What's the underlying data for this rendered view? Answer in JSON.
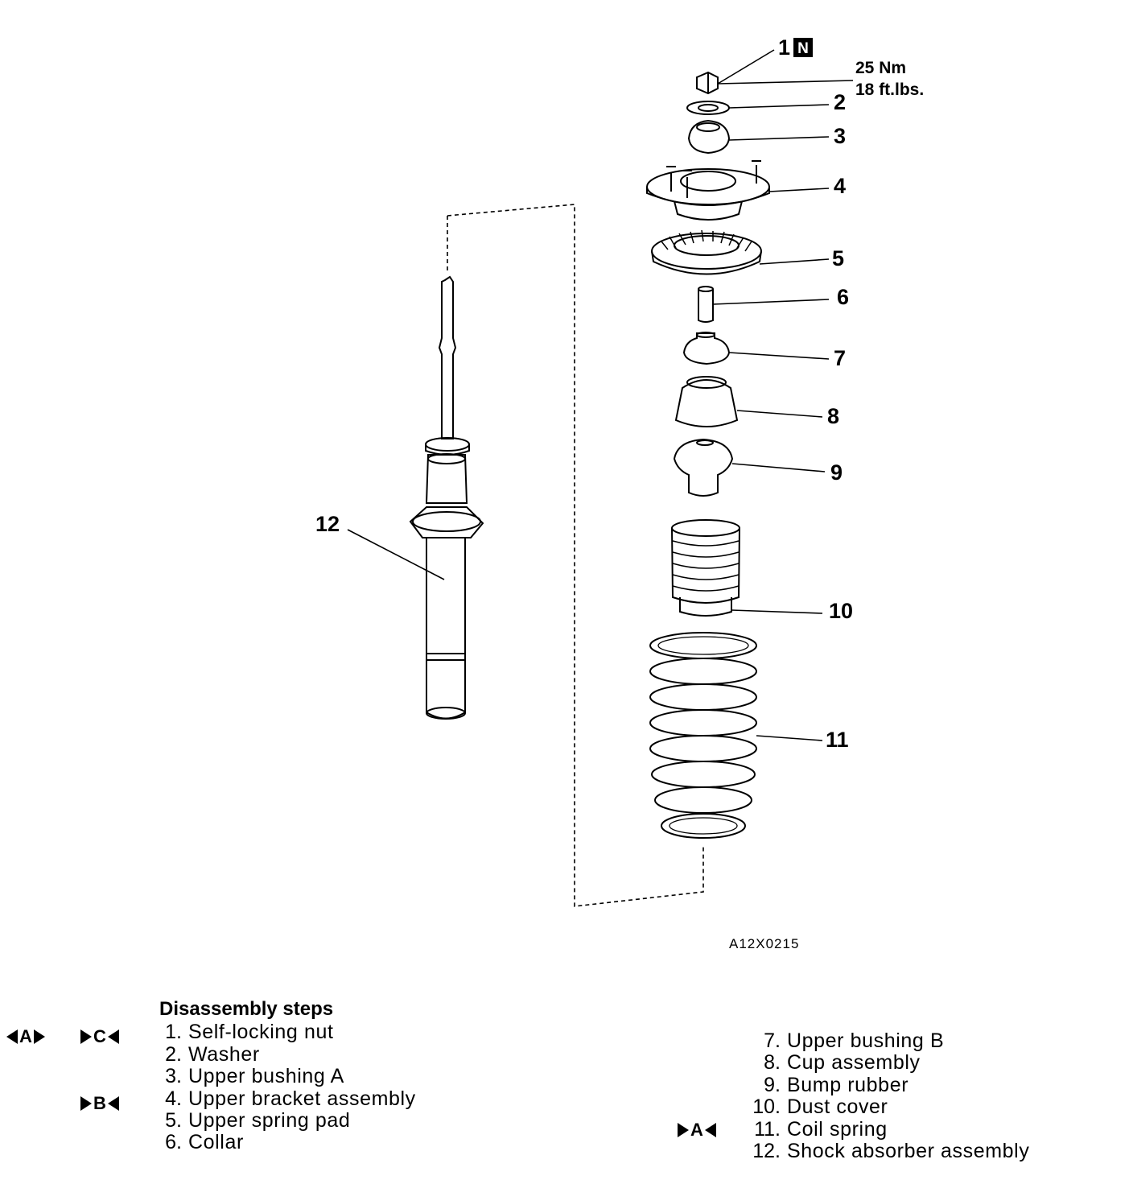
{
  "diagram": {
    "callouts": {
      "c1": "1",
      "c1_badge": "N",
      "c2": "2",
      "c3": "3",
      "c4": "4",
      "c5": "5",
      "c6": "6",
      "c7": "7",
      "c8": "8",
      "c9": "9",
      "c10": "10",
      "c11": "11",
      "c12": "12"
    },
    "torque": {
      "metric": "25 Nm",
      "imperial": "18 ft.lbs."
    },
    "figure_ref": "A12X0215"
  },
  "steps": {
    "title": "Disassembly steps",
    "items": [
      {
        "num": "1.",
        "text": "Self-locking nut"
      },
      {
        "num": "2.",
        "text": "Washer"
      },
      {
        "num": "3.",
        "text": "Upper bushing A"
      },
      {
        "num": "4.",
        "text": "Upper bracket assembly"
      },
      {
        "num": "5.",
        "text": "Upper spring pad"
      },
      {
        "num": "6.",
        "text": "Collar"
      },
      {
        "num": "7.",
        "text": "Upper bushing B"
      },
      {
        "num": "8.",
        "text": "Cup assembly"
      },
      {
        "num": "9.",
        "text": "Bump rubber"
      },
      {
        "num": "10.",
        "text": "Dust cover"
      },
      {
        "num": "11.",
        "text": "Coil spring"
      },
      {
        "num": "12.",
        "text": "Shock absorber assembly"
      }
    ],
    "markers": {
      "m1a": "A",
      "m1c": "C",
      "m4b": "B",
      "m11a": "A"
    }
  }
}
